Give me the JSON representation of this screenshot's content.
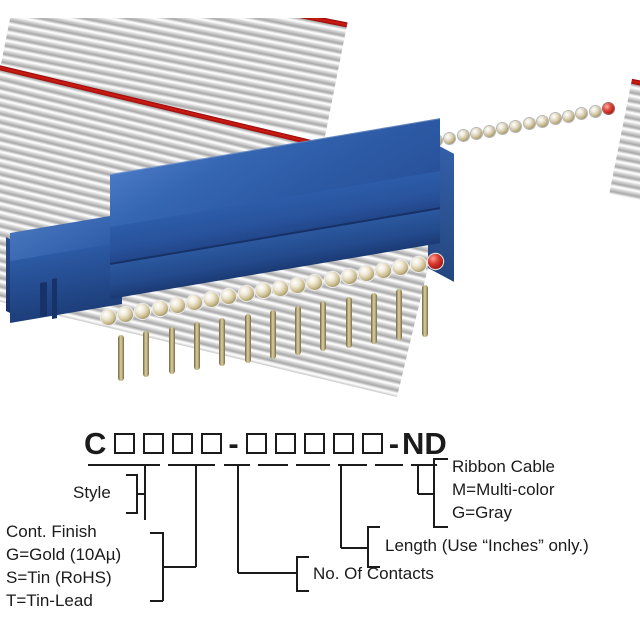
{
  "product": {
    "description": "Ribbon cable IDC DIP connector assembly product photo",
    "cable": {
      "name": "gray-ribbon-cable",
      "jacket_color": "#c9c9c9",
      "stripe_color": "#c21a13",
      "conductor_color": "#cbbd92",
      "conductor_count_visible": 20
    },
    "connector": {
      "name": "blue-idc-dip-connector",
      "housing_color_top": "#2d5aa5",
      "housing_color_front": "#24477f",
      "contact_color": "#cfc093",
      "polarity_contact_color": "#c0291f",
      "pin_color": "#b6a878",
      "contact_count_visible": 20
    },
    "background_color": "#ffffff"
  },
  "part_number": {
    "prefix": "C",
    "suffix": "ND",
    "separator": "-",
    "group1_boxes": 4,
    "group2_boxes": 5
  },
  "callouts": {
    "style": "Style",
    "cont_finish_lines": [
      "Cont. Finish",
      "G=Gold (10Aµ)",
      "S=Tin (RoHS)",
      "T=Tin-Lead"
    ],
    "no_of_contacts": "No. Of Contacts",
    "length_label": "Length",
    "length_note": "(Use “Inches” only.)",
    "ribbon_cable_lines": [
      "Ribbon Cable",
      "M=Multi-color",
      "G=Gray"
    ]
  },
  "colors": {
    "ink": "#1b1b1b",
    "page": "#ffffff"
  }
}
